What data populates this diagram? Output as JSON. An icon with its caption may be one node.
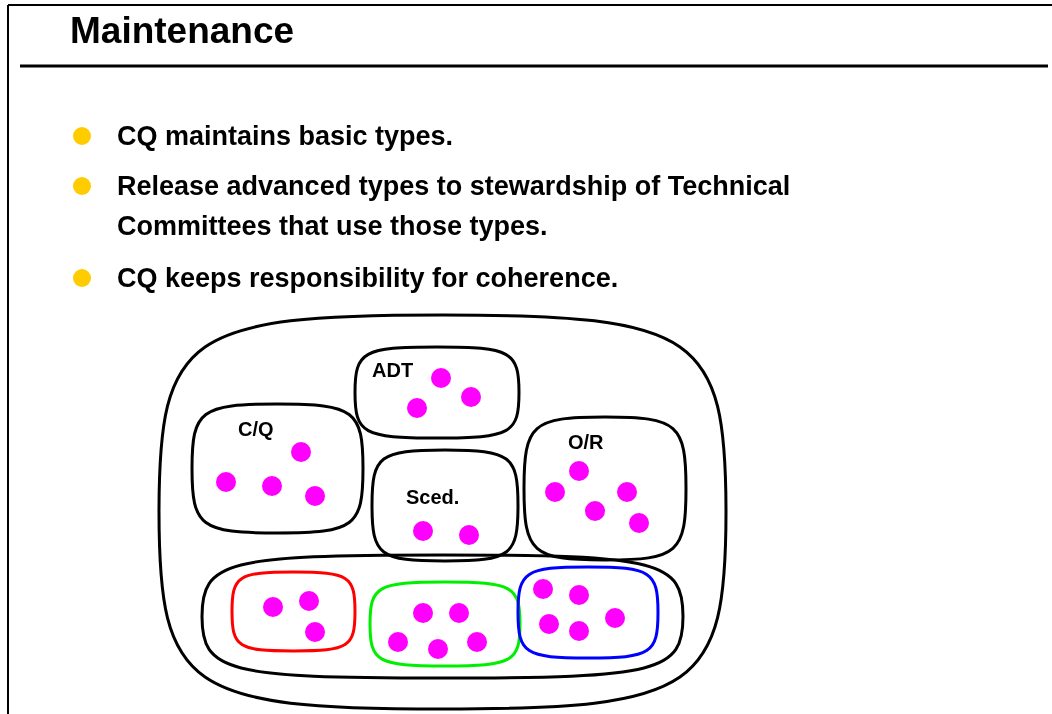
{
  "diagram": {
    "title": "Maintenance",
    "nodes": [
      {
        "text": [],
        "shape": "oval"
      },
      {
        "text": [
          "ADT"
        ],
        "in": 0
      },
      {
        "text": [
          "C/Q"
        ],
        "in": 0
      },
      {
        "text": [
          "Sced."
        ],
        "in": 0
      },
      {
        "text": [
          "O/R"
        ],
        "in": 0
      },
      {
        "text": [],
        "shape": "oval",
        "in": 0
      },
      {
        "text": [],
        "shape": "oval",
        "in": 5
      },
      {
        "text": [],
        "shape": "oval",
        "in": 5
      },
      {
        "text": [],
        "shape": "oval",
        "in": 5
      }
    ],
    "labels": [
      "CQ maintains basic types.",
      "Release advanced types to stewardship of Technical Committees that use those types.",
      "CQ keeps responsibility for coherence."
    ]
  }
}
